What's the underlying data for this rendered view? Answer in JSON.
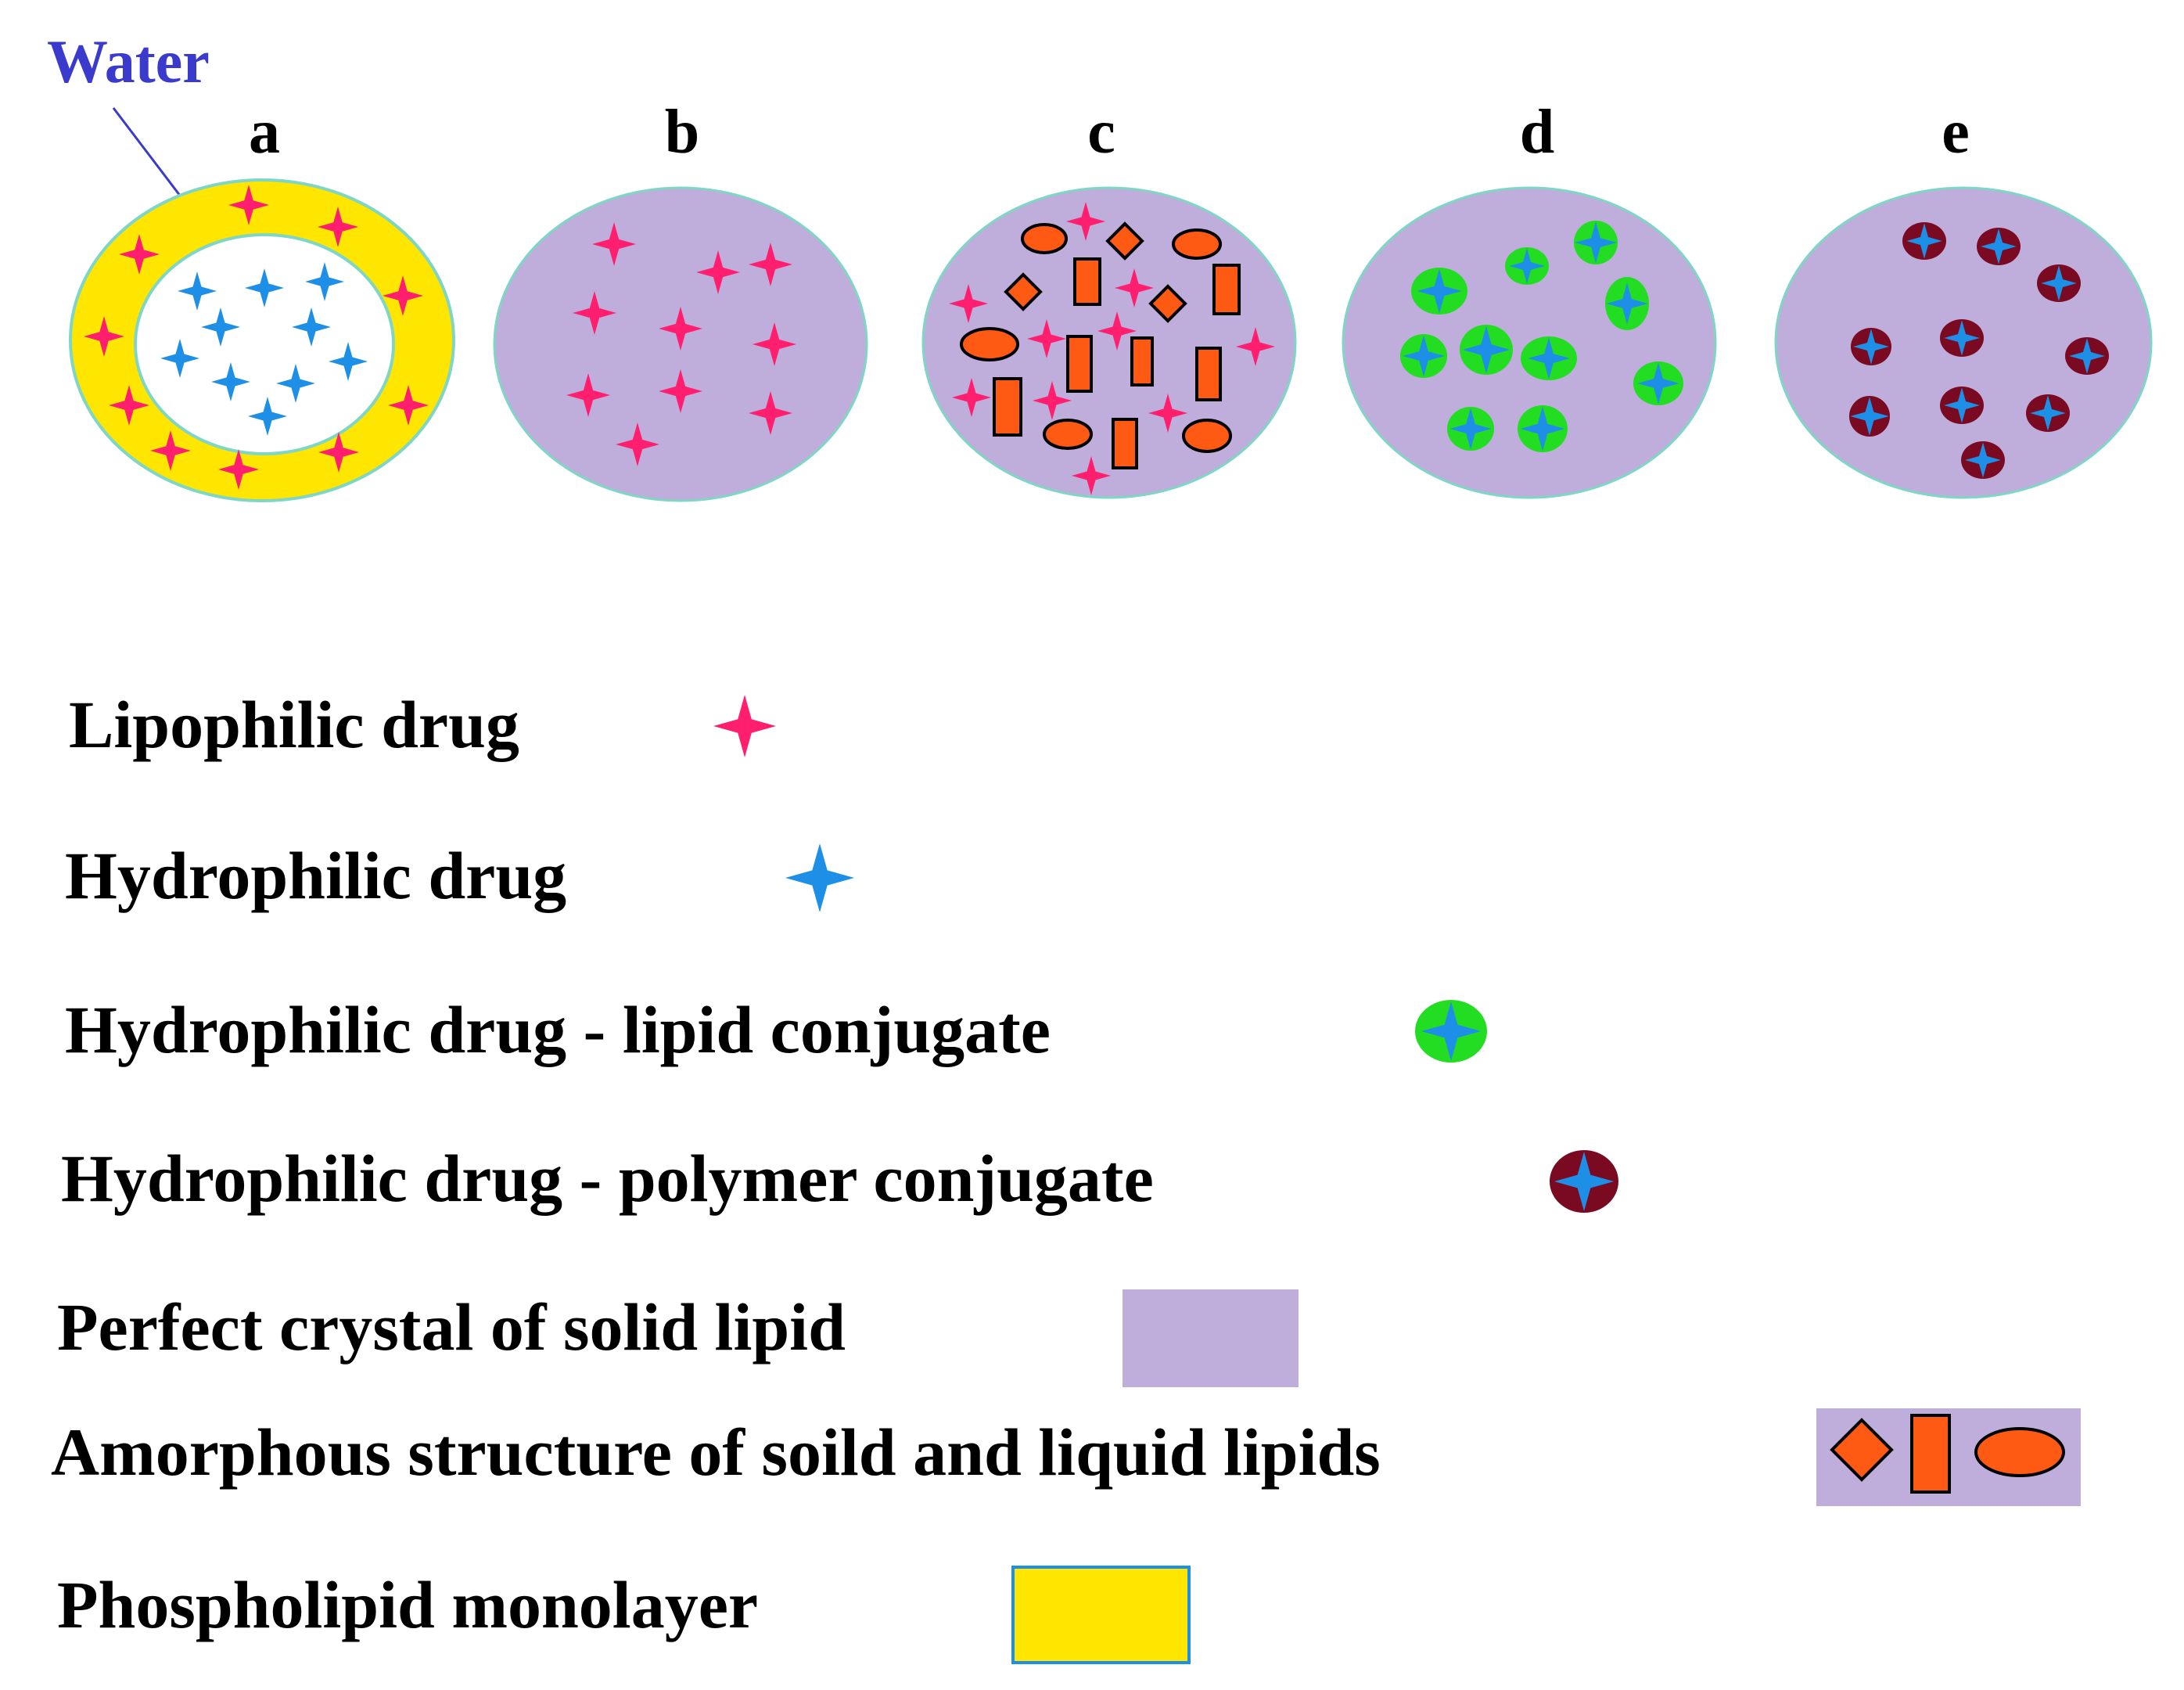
{
  "water_label": "Water",
  "panels": [
    {
      "id": "a",
      "label": "a"
    },
    {
      "id": "b",
      "label": "b"
    },
    {
      "id": "c",
      "label": "c"
    },
    {
      "id": "d",
      "label": "d"
    },
    {
      "id": "e",
      "label": "e"
    }
  ],
  "legend": [
    {
      "id": "lipophilic-drug",
      "label": "Lipophilic drug"
    },
    {
      "id": "hydrophilic-drug",
      "label": "Hydrophilic drug"
    },
    {
      "id": "lipid-conjugate",
      "label": "Hydrophilic drug - lipid conjugate"
    },
    {
      "id": "polymer-conjugate",
      "label": "Hydrophilic drug - polymer conjugate"
    },
    {
      "id": "perfect-crystal",
      "label": "Perfect crystal of solid lipid"
    },
    {
      "id": "amorphous-structure",
      "label": "Amorphous structure of soild and liquid lipids"
    },
    {
      "id": "phospholipid-monolayer",
      "label": "Phospholipid monolayer"
    }
  ],
  "colors": {
    "lipophilic_drug": "#ff1f6e",
    "hydrophilic_drug": "#1e8fe6",
    "lipid_conjugate": "#22dd22",
    "polymer_conjugate": "#7a0a22",
    "solid_lipid": "#bfaedc",
    "amorphous_lipid": "#ff5a14",
    "phospholipid": "#ffe600",
    "water_label": "#3a3acc",
    "particle_outline": "#7fd6c4"
  }
}
